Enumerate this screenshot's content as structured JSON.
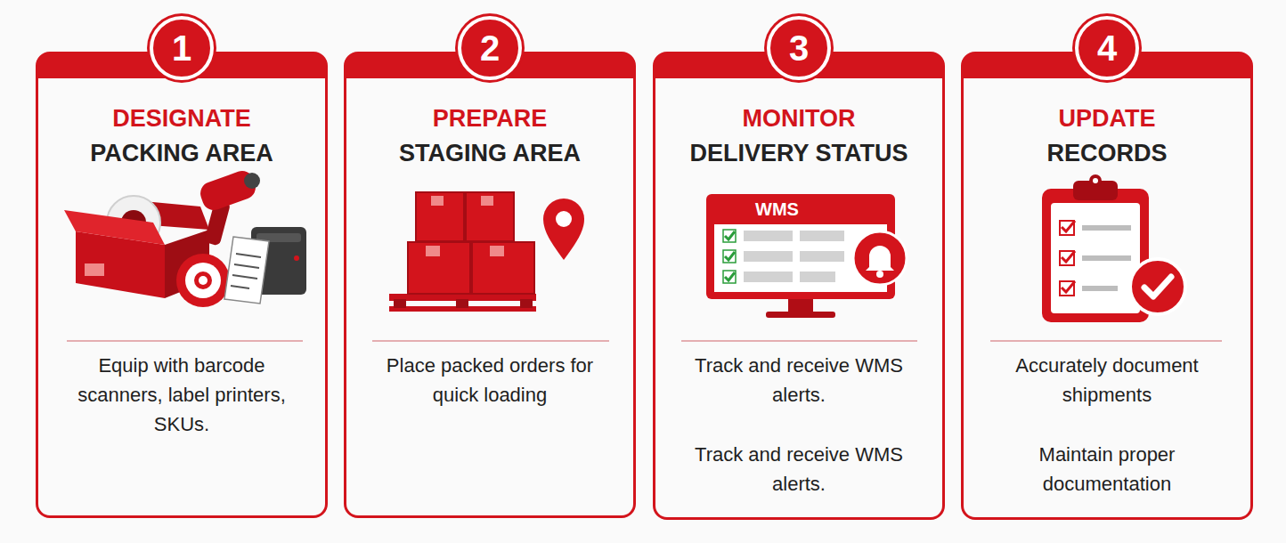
{
  "diagram": {
    "nodes": [
      {
        "text": [
          "DESIGNATE",
          "PACKING AREA",
          "Equip with barcode scanners, label printers, SKUs."
        ]
      },
      {
        "text": [
          "1"
        ],
        "in": 0
      },
      {
        "text": [
          "PREPARE",
          "STAGING AREA",
          "Place packed orders for quick loading"
        ]
      },
      {
        "text": [
          "2"
        ],
        "in": 2
      },
      {
        "text": [
          "MONITOR",
          "DELIVERY STATUS",
          "Track and receive WMS alerts.",
          "Track and receive WMS alerts."
        ]
      },
      {
        "text": [
          "3"
        ],
        "in": 4
      },
      {
        "text": [
          "UPDATE",
          "RECORDS",
          "Accurately document shipments",
          "Maintain proper documentation"
        ]
      },
      {
        "text": [
          "4"
        ],
        "in": 6
      }
    ],
    "labels": [
      "WMS"
    ]
  }
}
